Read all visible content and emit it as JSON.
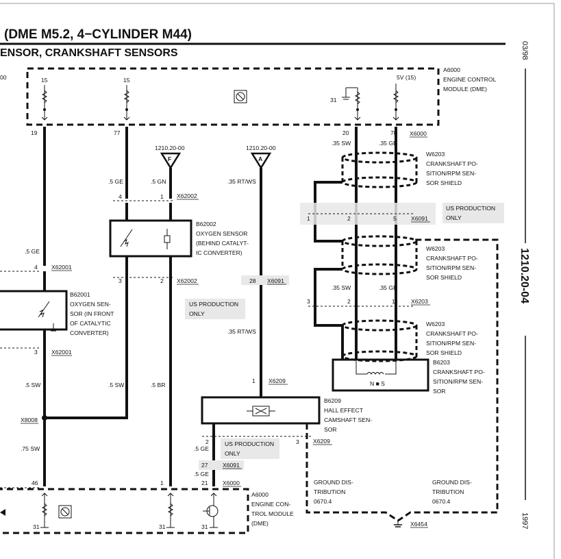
{
  "header": {
    "title": "(DME M5.2, 4−CYLINDER M44)",
    "subtitle": "ENSOR, CRANKSHAFT SENSORS",
    "left_cut_label": "00"
  },
  "side": {
    "date": "03/98",
    "page_code": "1210.20-04",
    "year": "1997"
  },
  "modules": {
    "ecm_top": [
      "A6000",
      "ENGINE CONTROL",
      "MODULE (DME)"
    ],
    "ecm_bottom": [
      "A6000",
      "ENGINE CON-",
      "TROL MODULE",
      "(DME)"
    ]
  },
  "components": {
    "b62002": [
      "B62002",
      "OXYGEN SENSOR",
      "(BEHIND CATALYT-",
      "IC CONVERTER)"
    ],
    "b62001": [
      "B62001",
      "OXYGEN SEN-",
      "SOR (IN FRONT",
      "OF CATALYTIC",
      "CONVERTER)"
    ],
    "b6209": [
      "B6209",
      "HALL EFFECT",
      "CAMSHAFT SEN-",
      "SOR"
    ],
    "b6203": [
      "B6203",
      "CRANKSHAFT PO-",
      "SITION/RPM SEN-",
      "SOR"
    ],
    "b6203_poles": "N ■ S"
  },
  "shields": {
    "s1": [
      "W6203",
      "CRANKSHAFT PO-",
      "SITION/RPM SEN-",
      "SOR SHIELD"
    ],
    "s2": [
      "W6203",
      "CRANKSHAFT PO-",
      "SITION/RPM SEN-",
      "SOR SHIELD"
    ],
    "s3": [
      "W6203",
      "CRANKSHAFT PO-",
      "SITION/RPM SEN-",
      "SOR SHIELD"
    ]
  },
  "notes": {
    "us1": [
      "US PRODUCTION",
      "ONLY"
    ],
    "us2": [
      "US PRODUCTION",
      "ONLY"
    ],
    "us3": [
      "US PRODUCTION",
      "ONLY"
    ],
    "gd_left": [
      "GROUND DIS-",
      "TRIBUTION",
      "0670.4"
    ],
    "gd_right": [
      "GROUND DIS-",
      "TRIBUTION",
      "0670.4"
    ]
  },
  "references": {
    "ref_f": "1210.20-00",
    "ref_a": "1210.20-00",
    "f": "F",
    "a": "A"
  },
  "connectors": {
    "x6000_top": "X6000",
    "x62002_a": "X62002",
    "x62002_b": "X62002",
    "x62001_a": "X62001",
    "x62001_b": "X62001",
    "x6091_a": "X6091",
    "x6091_b": "X6091",
    "x6091_c": "X6091",
    "x6203": "X6203",
    "x6209_a": "X6209",
    "x6209_b": "X6209",
    "x8008": "X8008",
    "x6000_bottom": "X6000",
    "x6454": "X6454"
  },
  "pins": {
    "p15a": "15",
    "p15b": "15",
    "p5v": "5V (15)",
    "p31_top": "31",
    "p19": "19",
    "p77": "77",
    "p20": "20",
    "p78": "78",
    "p4_o2": "4",
    "p1_o2": "1",
    "p3_o2": "3",
    "p2_o2": "2",
    "p4_o1": "4",
    "p3_o1": "3",
    "p1_us": "1",
    "p2_us": "2",
    "p5_us": "5",
    "p3_c": "3",
    "p2_c": "2",
    "p1_c": "1",
    "p28": "28",
    "p1_h": "1",
    "p2_h": "2",
    "p3_h": "3",
    "p27": "27",
    "p21": "21",
    "p46": "46",
    "p1_bot": "1",
    "g31a": "31",
    "g31b": "31",
    "g31c": "31"
  },
  "wires": {
    "gy1": ".5 GE",
    "gy2": ".5 GE",
    "gn": ".5 GN",
    "rtws1": ".35 RT/WS",
    "rtws2": ".35 RT/WS",
    "sw35a": ".35 SW",
    "ge35a": ".35 GE",
    "sw35b": ".35 SW",
    "ge35b": ".35 GE",
    "sw5a": ".5 SW",
    "sw5b": ".5 SW",
    "br": ".5 BR",
    "sw75": ".75 SW",
    "ge5c": ".5 GE",
    "ge5d": ".5 GE"
  }
}
